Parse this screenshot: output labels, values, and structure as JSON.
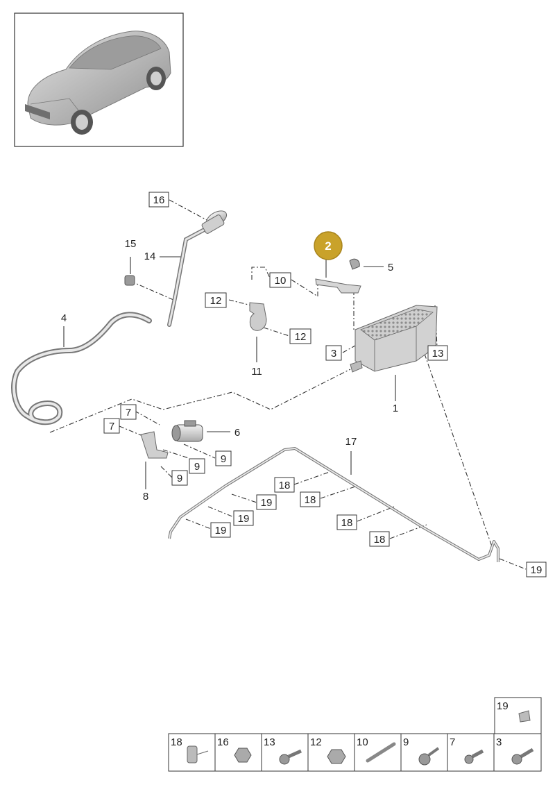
{
  "diagram": {
    "highlight_label": "2",
    "callouts": {
      "p1": "1",
      "p3": "3",
      "p4": "4",
      "p5": "5",
      "p6": "6",
      "p7a": "7",
      "p7b": "7",
      "p8": "8",
      "p9a": "9",
      "p9b": "9",
      "p9c": "9",
      "p10": "10",
      "p11": "11",
      "p12a": "12",
      "p12b": "12",
      "p13": "13",
      "p14": "14",
      "p15": "15",
      "p16": "16",
      "p17": "17",
      "p18a": "18",
      "p18b": "18",
      "p18c": "18",
      "p18d": "18",
      "p19a": "19",
      "p19b": "19",
      "p19c": "19",
      "p19d": "19"
    }
  },
  "legend": {
    "top": "19",
    "cells": [
      "18",
      "16",
      "13",
      "12",
      "10",
      "9",
      "7",
      "3"
    ]
  },
  "colors": {
    "highlight": "#c9a22a",
    "part_fill": "#d8d8d8",
    "car_fill": "#bdbdbd"
  }
}
